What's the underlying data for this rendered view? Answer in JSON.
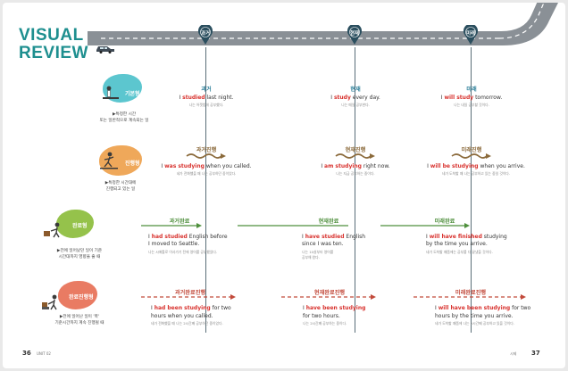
{
  "title": {
    "line1": "VISUAL",
    "line2": "REVIEW"
  },
  "pins": [
    {
      "label": "과거"
    },
    {
      "label": "현재"
    },
    {
      "label": "미래"
    }
  ],
  "rows": {
    "simple": {
      "tag": "기본형",
      "desc": [
        "▶특정한 시간",
        "또는 일반적으로 계속되는 일"
      ],
      "past": {
        "head": "과거",
        "pre": "I ",
        "verb": "studied",
        "post": " last night.",
        "ko": "나는 어젯밤에 공부했다."
      },
      "present": {
        "head": "현재",
        "pre": "I ",
        "verb": "study",
        "post": " every day.",
        "ko": "나는 매일 공부한다."
      },
      "future": {
        "head": "미래",
        "pre": "I ",
        "verb": "will study",
        "post": " tomorrow.",
        "ko": "나는 내일 공부할 것이다."
      }
    },
    "progressive": {
      "tag": "진행형",
      "desc": [
        "▶특정한 시간대에",
        "진행되고 있는 일"
      ],
      "past": {
        "head": "과거진행",
        "pre": "I ",
        "verb": "was studying",
        "post": " when you called.",
        "ko": "네가 전화했을 때 나는 공부하던 중이었다."
      },
      "present": {
        "head": "현재진행",
        "pre": "I ",
        "verb": "am studying",
        "post": " right now.",
        "ko": "나는 지금 공부하는 중이다."
      },
      "future": {
        "head": "미래진행",
        "pre": "I ",
        "verb": "will be studying",
        "post": " when you arrive.",
        "ko": "네가 도착할 때 나는 공부하고 있는 중일 것이다."
      }
    },
    "perfect": {
      "tag": "완료형",
      "desc": [
        "▶전에 일어났던 일이 기준",
        "시간대까지 영향을 줄 때"
      ],
      "past": {
        "head": "과거완료",
        "pre": "I ",
        "verb": "had studied",
        "post": " English before",
        "line2": "I moved to Seattle.",
        "ko": "나는 시애틀로 이사가기 전에 영어를 공부했었다."
      },
      "present": {
        "head": "현재완료",
        "pre": "I ",
        "verb": "have studied",
        "post": " English",
        "line2": "since I was ten.",
        "ko": "나는 10살부터 영어를",
        "ko2": "공부해 왔다."
      },
      "future": {
        "head": "미래완료",
        "pre": "I ",
        "verb": "will have finished",
        "post": " studying",
        "line2": "by the time you arrive.",
        "ko": "네가 도착할 때쯤에는 공부를 다 끝냈을 것이다."
      }
    },
    "perfect_progressive": {
      "tag": "완료진행형",
      "desc": [
        "▶전에 일어난 일이 '쭉'",
        "기준시간까지 계속 진행될 때"
      ],
      "past": {
        "head": "과거완료진행",
        "pre": "I ",
        "verb": "had been studying",
        "post": " for two",
        "line2": "hours when you called.",
        "ko": "네가 전화했을 때 나는 2시간째 공부하던 중이었다."
      },
      "present": {
        "head": "현재완료진행",
        "pre": "I ",
        "verb": "have been studying",
        "post": "",
        "line2": "for two hours.",
        "ko": "나는 2시간째 공부하는 중이다."
      },
      "future": {
        "head": "미래완료진행",
        "pre": "I ",
        "verb": "will have been studying",
        "post": " for two",
        "line2": "hours by the time you arrive.",
        "ko": "네가 도착할 때쯤에 나는 2시간째 공부하고 있을 것이다."
      }
    }
  },
  "footer": {
    "left_page": "36",
    "left_unit": "UNIT 02",
    "right_unit": "시제",
    "right_page": "37"
  },
  "colors": {
    "teal": "#1e8f8f",
    "red": "#d8322e",
    "blob_teal": "#5cc6cf",
    "blob_orange": "#efa85a",
    "blob_green": "#95c24b",
    "blob_salmon": "#e97b63"
  }
}
